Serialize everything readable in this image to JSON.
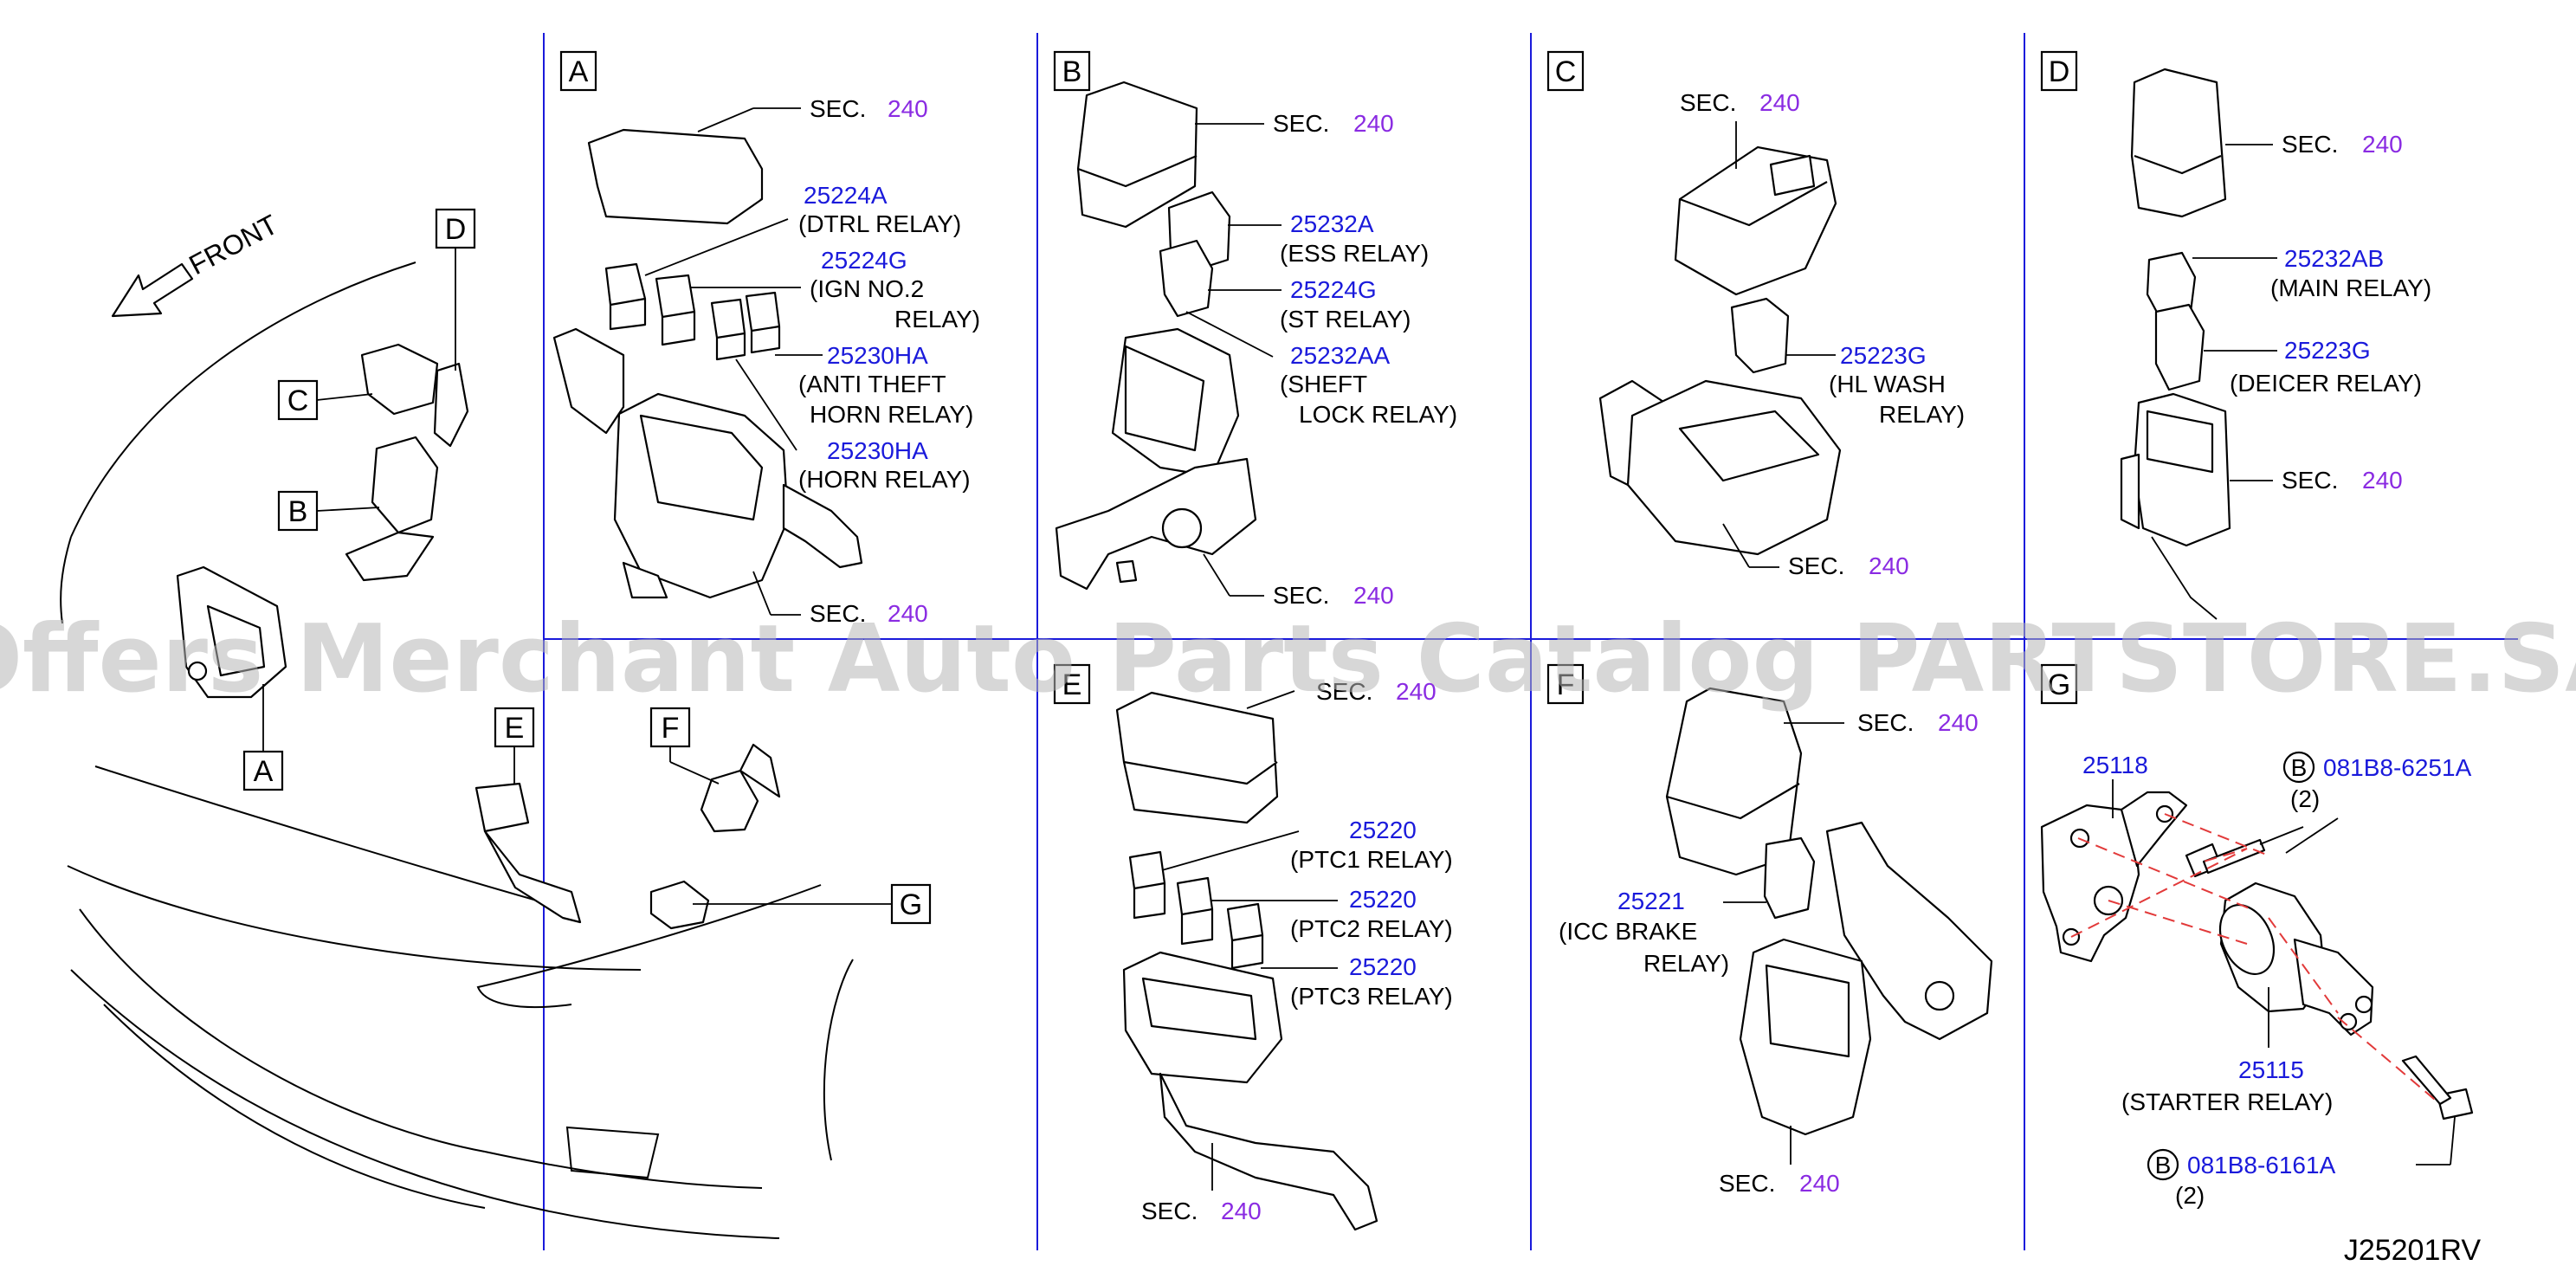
{
  "diagram_code": "J25201RV",
  "front_label": "FRONT",
  "watermark": "Offers Merchant Auto Parts Catalog PARTSTORE.SA",
  "overview": {
    "refs": [
      "A",
      "B",
      "C",
      "D",
      "E",
      "F",
      "G"
    ]
  },
  "sections": {
    "A": {
      "letter": "A",
      "sec_top": {
        "label": "SEC.",
        "num": "240"
      },
      "sec_bottom": {
        "label": "SEC.",
        "num": "240"
      },
      "parts": [
        {
          "pn": "25224A",
          "desc": [
            "(DTRL   RELAY)"
          ]
        },
        {
          "pn": "25224G",
          "desc": [
            "(IGN   NO.2",
            "RELAY)"
          ]
        },
        {
          "pn": "25230HA",
          "desc": [
            "(ANTI   THEFT",
            "HORN   RELAY)"
          ]
        },
        {
          "pn": "25230HA",
          "desc": [
            "(HORN   RELAY)"
          ]
        }
      ]
    },
    "B": {
      "letter": "B",
      "sec_top": {
        "label": "SEC.",
        "num": "240"
      },
      "sec_bottom": {
        "label": "SEC.",
        "num": "240"
      },
      "parts": [
        {
          "pn": "25232A",
          "desc": [
            "(ESS   RELAY)"
          ]
        },
        {
          "pn": "25224G",
          "desc": [
            "(ST   RELAY)"
          ]
        },
        {
          "pn": "25232AA",
          "desc": [
            "(SHEFT",
            "LOCK   RELAY)"
          ]
        }
      ]
    },
    "C": {
      "letter": "C",
      "sec_top": {
        "label": "SEC.",
        "num": "240"
      },
      "sec_bottom": {
        "label": "SEC.",
        "num": "240"
      },
      "parts": [
        {
          "pn": "25223G",
          "desc": [
            "(HL   WASH",
            "RELAY)"
          ]
        }
      ]
    },
    "D": {
      "letter": "D",
      "sec_top": {
        "label": "SEC.",
        "num": "240"
      },
      "sec_bottom": {
        "label": "SEC.",
        "num": "240"
      },
      "parts": [
        {
          "pn": "25232AB",
          "desc": [
            "(MAIN   RELAY)"
          ]
        },
        {
          "pn": "25223G",
          "desc": [
            "(DEICER   RELAY)"
          ]
        }
      ]
    },
    "E": {
      "letter": "E",
      "sec_top": {
        "label": "SEC.",
        "num": "240"
      },
      "sec_bottom": {
        "label": "SEC.",
        "num": "240"
      },
      "parts": [
        {
          "pn": "25220",
          "desc": [
            "(PTC1   RELAY)"
          ]
        },
        {
          "pn": "25220",
          "desc": [
            "(PTC2   RELAY)"
          ]
        },
        {
          "pn": "25220",
          "desc": [
            "(PTC3   RELAY)"
          ]
        }
      ]
    },
    "F": {
      "letter": "F",
      "sec_top": {
        "label": "SEC.",
        "num": "240"
      },
      "sec_bottom": {
        "label": "SEC.",
        "num": "240"
      },
      "parts": [
        {
          "pn": "25221",
          "desc": [
            "(ICC   BRAKE",
            "RELAY)"
          ]
        }
      ]
    },
    "G": {
      "letter": "G",
      "parts": [
        {
          "pn": "25118"
        },
        {
          "pn": "25115",
          "desc": [
            "(STARTER   RELAY)"
          ]
        }
      ],
      "bolts": [
        {
          "ref": "B",
          "pn": "081B8-6251A",
          "qty": "(2)"
        },
        {
          "ref": "B",
          "pn": "081B8-6161A",
          "qty": "(2)"
        }
      ]
    }
  }
}
